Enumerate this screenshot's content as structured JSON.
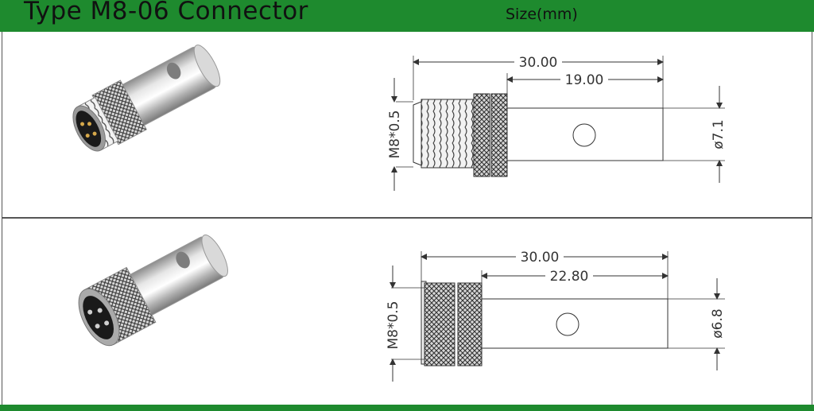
{
  "header": {
    "title": "Type M8-06 Connector",
    "size_label": "Size(mm)"
  },
  "colors": {
    "brand_green": "#1e8a2e",
    "line": "#333333",
    "metal": "#b9b9b9"
  },
  "male": {
    "overall_length": "30.00",
    "body_length": "19.00",
    "thread": "M8*0.5",
    "diameter": "ø7.1"
  },
  "female": {
    "overall_length": "30.00",
    "body_length": "22.80",
    "thread": "M8*0.5",
    "diameter": "ø6.8"
  }
}
